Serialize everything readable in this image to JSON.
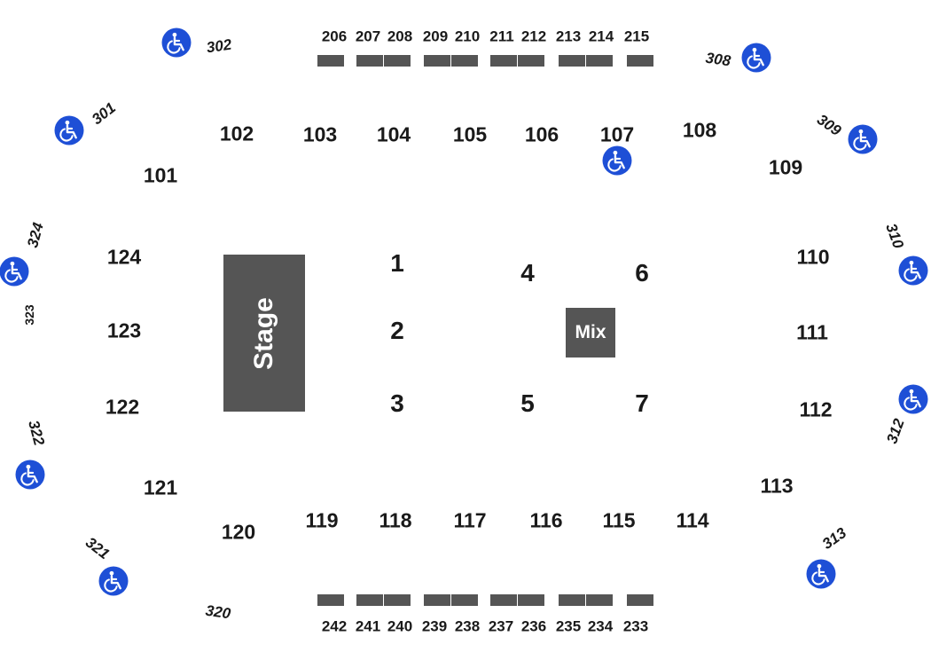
{
  "stage": {
    "label": "Stage"
  },
  "mix": {
    "label": "Mix"
  },
  "floor_sections": [
    "1",
    "2",
    "3",
    "4",
    "5",
    "6",
    "7"
  ],
  "lower_sections": [
    "101",
    "102",
    "103",
    "104",
    "105",
    "106",
    "107",
    "108",
    "109",
    "110",
    "111",
    "112",
    "113",
    "114",
    "115",
    "116",
    "117",
    "118",
    "119",
    "120",
    "121",
    "122",
    "123",
    "124"
  ],
  "upper_north": [
    "206",
    "207",
    "208",
    "209",
    "210",
    "211",
    "212",
    "213",
    "214",
    "215"
  ],
  "upper_south": [
    "242",
    "241",
    "240",
    "239",
    "238",
    "237",
    "236",
    "235",
    "234",
    "233"
  ],
  "top_sections": [
    "301",
    "302",
    "308",
    "309",
    "310",
    "312",
    "313",
    "320",
    "321",
    "322",
    "323",
    "324"
  ],
  "accessibility_icon": "wheelchair-icon",
  "colors": {
    "section_box": "#555555",
    "accessibility": "#1e4fd6",
    "text": "#1a1a1a"
  }
}
